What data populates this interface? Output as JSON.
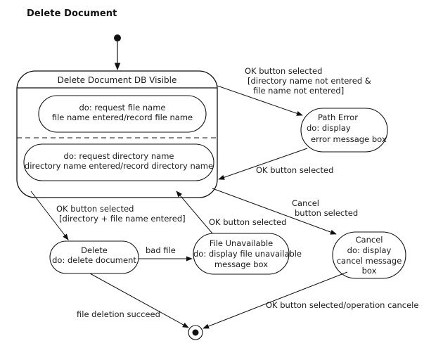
{
  "title": "Delete Document",
  "composite_state": {
    "name": "Delete Document DB Visible",
    "substates": [
      {
        "line1": "do: request file name",
        "line2": "file name entered/record file name"
      },
      {
        "line1": "do: request directory name",
        "line2": "directory name entered/record directory name"
      }
    ]
  },
  "states": {
    "path_error": {
      "name": "Path Error",
      "line1": "do: display",
      "line2": "error message box"
    },
    "delete": {
      "name": "Delete",
      "line1": "do: delete document"
    },
    "file_unavailable": {
      "name": "File Unavailable",
      "line1": "do: display file unavailable",
      "line2": "message box"
    },
    "cancel": {
      "name": "Cancel",
      "line1": "do: display",
      "line2": "cancel message",
      "line3": "box"
    }
  },
  "transitions": {
    "to_path_error": {
      "line1": "OK button selected",
      "line2": "[directory name not entered &",
      "line3": "file name not entered]"
    },
    "path_error_back": "OK button selected",
    "to_delete": {
      "line1": "OK button selected",
      "line2": "[directory + file name entered]"
    },
    "bad_file": "bad file",
    "unavailable_back": "OK button selected",
    "to_cancel": {
      "line1": "Cancel",
      "line2": "button selected"
    },
    "delete_success": "file deletion succeed",
    "cancel_final": "OK button selected/operation cancele"
  }
}
